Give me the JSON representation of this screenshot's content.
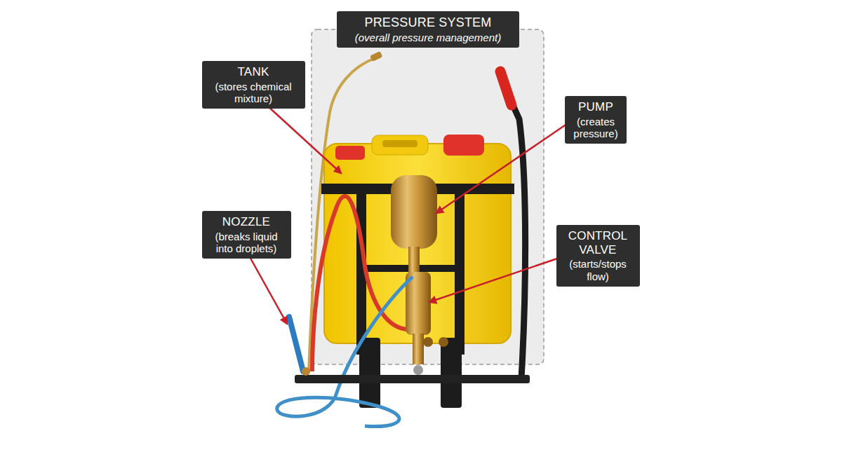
{
  "diagram": {
    "nodes": [
      {
        "text": [
          "PRESSURE SYSTEM",
          "(overall pressure management)"
        ]
      },
      {
        "text": [
          "TANK",
          "(stores chemical mixture)"
        ]
      },
      {
        "text": [
          "PUMP",
          "(creates pressure)"
        ]
      },
      {
        "text": [
          "NOZZLE",
          "(breaks liquid into droplets)"
        ]
      },
      {
        "text": [
          "CONTROL VALVE",
          "(starts/stops flow)"
        ]
      }
    ]
  }
}
